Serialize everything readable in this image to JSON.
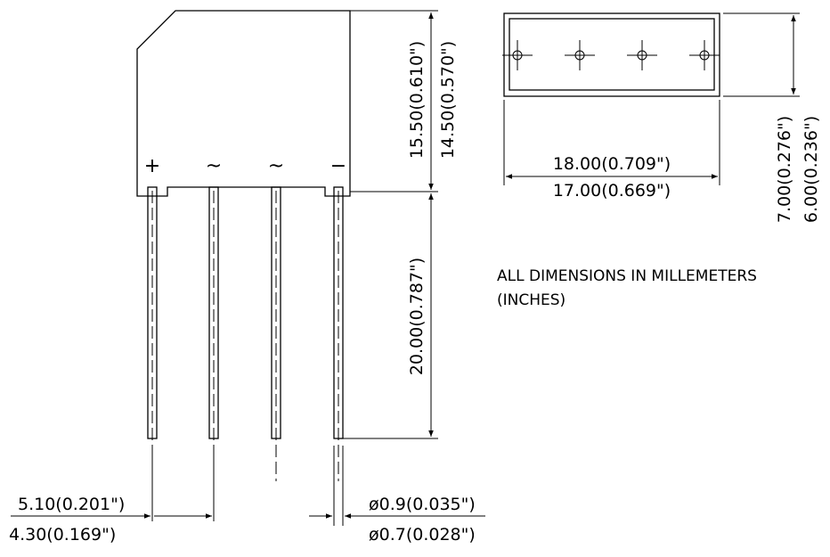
{
  "pins": {
    "plus": "+",
    "ac1": "~",
    "ac2": "~",
    "minus": "−"
  },
  "dimensions": {
    "body_height_max": "15.50(0.610\")",
    "body_height_min": "14.50(0.570\")",
    "lead_length": "20.00(0.787\")",
    "width_max": "18.00(0.709\")",
    "width_min": "17.00(0.669\")",
    "thickness_max": "7.00(0.276\")",
    "thickness_min": "6.00(0.236\")",
    "pitch_max": "5.10(0.201\")",
    "pitch_min": "4.30(0.169\")",
    "lead_dia_max": "ø0.9(0.035\")",
    "lead_dia_min": "ø0.7(0.028\")"
  },
  "note": {
    "line1": "ALL DIMENSIONS IN MILLEMETERS",
    "line2": "(INCHES)"
  }
}
